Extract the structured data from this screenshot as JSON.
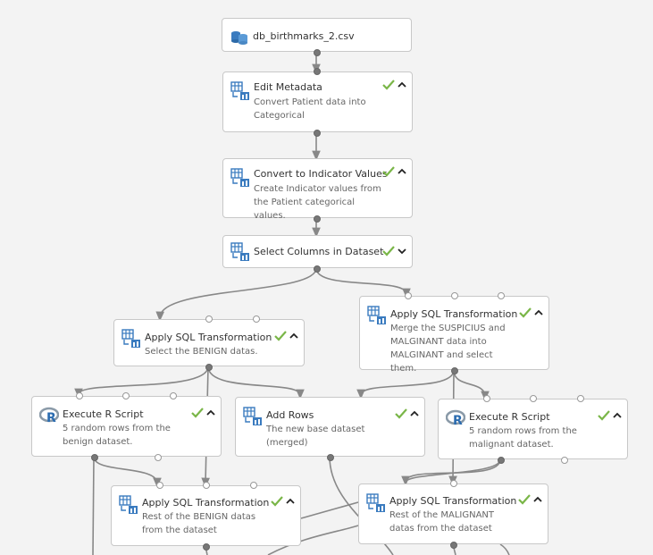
{
  "colors": {
    "check": "#7ab648",
    "wire": "#888888",
    "icon_blue": "#3a7bbf",
    "border": "#c8c8c8"
  },
  "nodes": [
    {
      "id": "dataset",
      "title": "db_birthmarks_2.csv",
      "desc": "",
      "icon": "database-icon",
      "status": false,
      "chevron": ""
    },
    {
      "id": "edit-metadata",
      "title": "Edit Metadata",
      "desc": "Convert Patient data into Categorical",
      "icon": "table-transform-icon",
      "status": true,
      "chevron": "up"
    },
    {
      "id": "indicator",
      "title": "Convert to Indicator Values",
      "desc": "Create Indicator values from the Patient categorical values.",
      "icon": "table-transform-icon",
      "status": true,
      "chevron": "up"
    },
    {
      "id": "select-columns",
      "title": "Select Columns in Dataset",
      "desc": "",
      "icon": "table-transform-icon",
      "status": true,
      "chevron": "down"
    },
    {
      "id": "sql-benign",
      "title": "Apply SQL Transformation",
      "desc": "Select the BENIGN datas.",
      "icon": "table-transform-icon",
      "status": true,
      "chevron": "up"
    },
    {
      "id": "sql-malignant",
      "title": "Apply SQL Transformation",
      "desc": "Merge the SUSPICIUS and MALGINANT data into MALGINANT and select them.",
      "icon": "table-transform-icon",
      "status": true,
      "chevron": "up"
    },
    {
      "id": "r-benign",
      "title": "Execute R Script",
      "desc": "5 random rows from the benign dataset.",
      "icon": "r-script-icon",
      "status": true,
      "chevron": "up"
    },
    {
      "id": "add-rows",
      "title": "Add Rows",
      "desc": "The new base dataset (merged)",
      "icon": "table-transform-icon",
      "status": true,
      "chevron": "up"
    },
    {
      "id": "r-malignant",
      "title": "Execute R Script",
      "desc": "5 random rows from the malignant dataset.",
      "icon": "r-script-icon",
      "status": true,
      "chevron": "up"
    },
    {
      "id": "sql-rest-benign",
      "title": "Apply SQL Transformation",
      "desc": "Rest of the BENIGN datas from the dataset",
      "icon": "table-transform-icon",
      "status": true,
      "chevron": "up"
    },
    {
      "id": "sql-rest-malignant",
      "title": "Apply SQL Transformation",
      "desc": "Rest of the MALIGNANT datas from the dataset",
      "icon": "table-transform-icon",
      "status": true,
      "chevron": "up"
    }
  ]
}
